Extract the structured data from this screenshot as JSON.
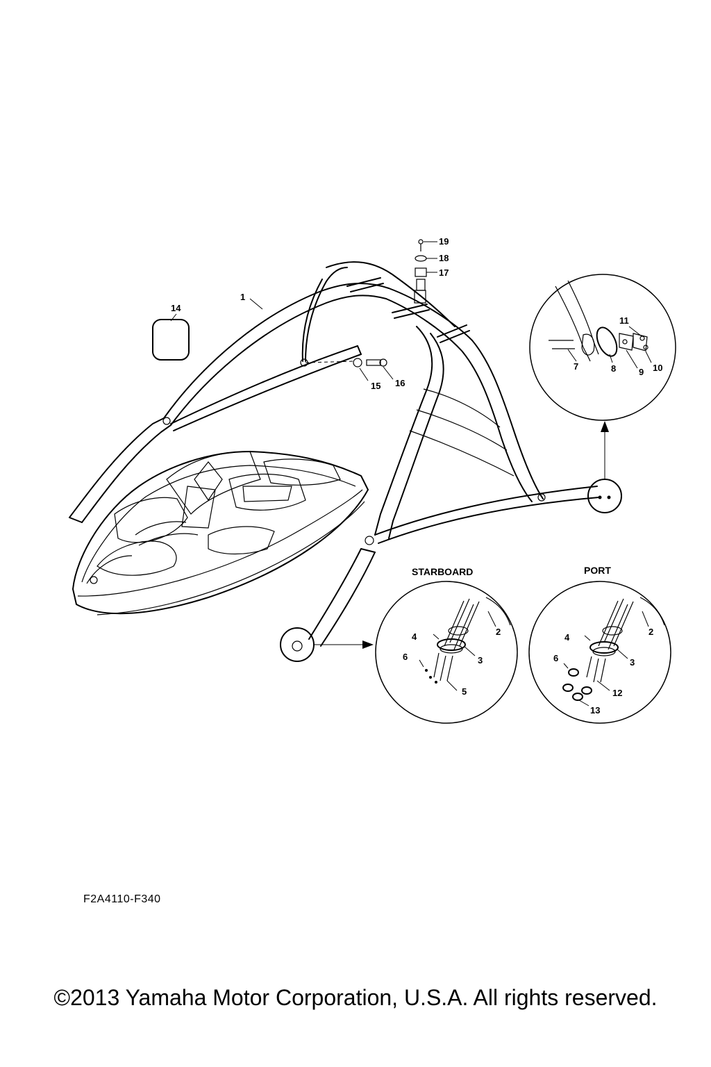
{
  "diagram": {
    "code": "F2A4110-F340",
    "copyright": "©2013 Yamaha Motor Corporation, U.S.A. All rights reserved.",
    "headings": {
      "starboard": "STARBOARD",
      "port": "PORT"
    },
    "callouts": {
      "p1": "1",
      "p14": "14",
      "p15": "15",
      "p16": "16",
      "p17": "17",
      "p18": "18",
      "p19": "19",
      "p7": "7",
      "p8": "8",
      "p9": "9",
      "p10": "10",
      "p11": "11",
      "sb2": "2",
      "sb3": "3",
      "sb4": "4",
      "sb5": "5",
      "sb6": "6",
      "pt2": "2",
      "pt3": "3",
      "pt4": "4",
      "pt6": "6",
      "pt12": "12",
      "pt13": "13"
    }
  }
}
